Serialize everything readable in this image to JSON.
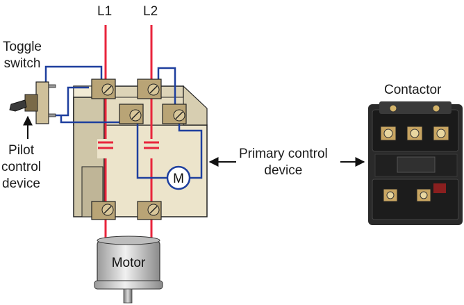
{
  "labels": {
    "line1": "L1",
    "line2": "L2",
    "toggle": "Toggle\nswitch",
    "pilot": "Pilot\ncontrol\ndevice",
    "primary": "Primary control\ndevice",
    "contactor": "Contactor",
    "motor": "Motor",
    "coil": "M"
  },
  "colors": {
    "power_line": "#e8253c",
    "control_wire": "#1e3f9e",
    "contactor_body": "#ece4cb",
    "terminal": "#b9a476",
    "motor_body": "#d8d8d8",
    "arrow": "#111111"
  }
}
